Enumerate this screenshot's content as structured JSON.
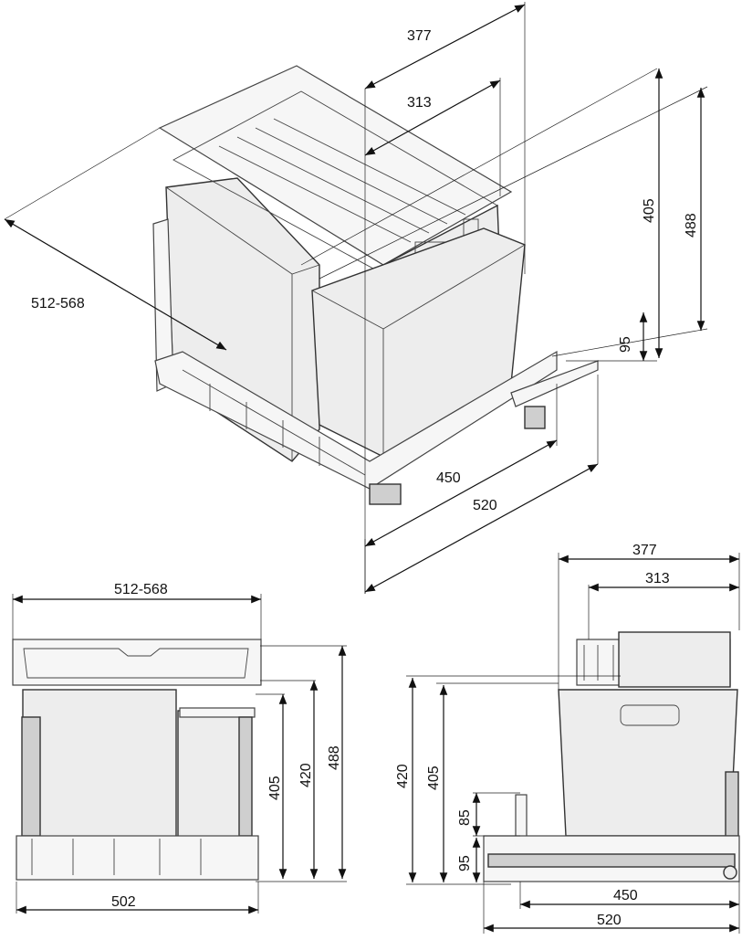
{
  "colors": {
    "line": "#111111",
    "part_fill": "#ededed",
    "part_dark": "#cfcfcf"
  },
  "iso_view": {
    "dim_377": "377",
    "dim_313": "313",
    "dim_405": "405",
    "dim_488": "488",
    "dim_512_568": "512-568",
    "dim_95": "95",
    "dim_450": "450",
    "dim_520": "520"
  },
  "front_view": {
    "dim_512_568": "512-568",
    "dim_405": "405",
    "dim_420": "420",
    "dim_488": "488",
    "dim_502": "502"
  },
  "side_view": {
    "dim_377": "377",
    "dim_313": "313",
    "dim_420": "420",
    "dim_405": "405",
    "dim_85": "85",
    "dim_95": "95",
    "dim_450": "450",
    "dim_520": "520"
  }
}
